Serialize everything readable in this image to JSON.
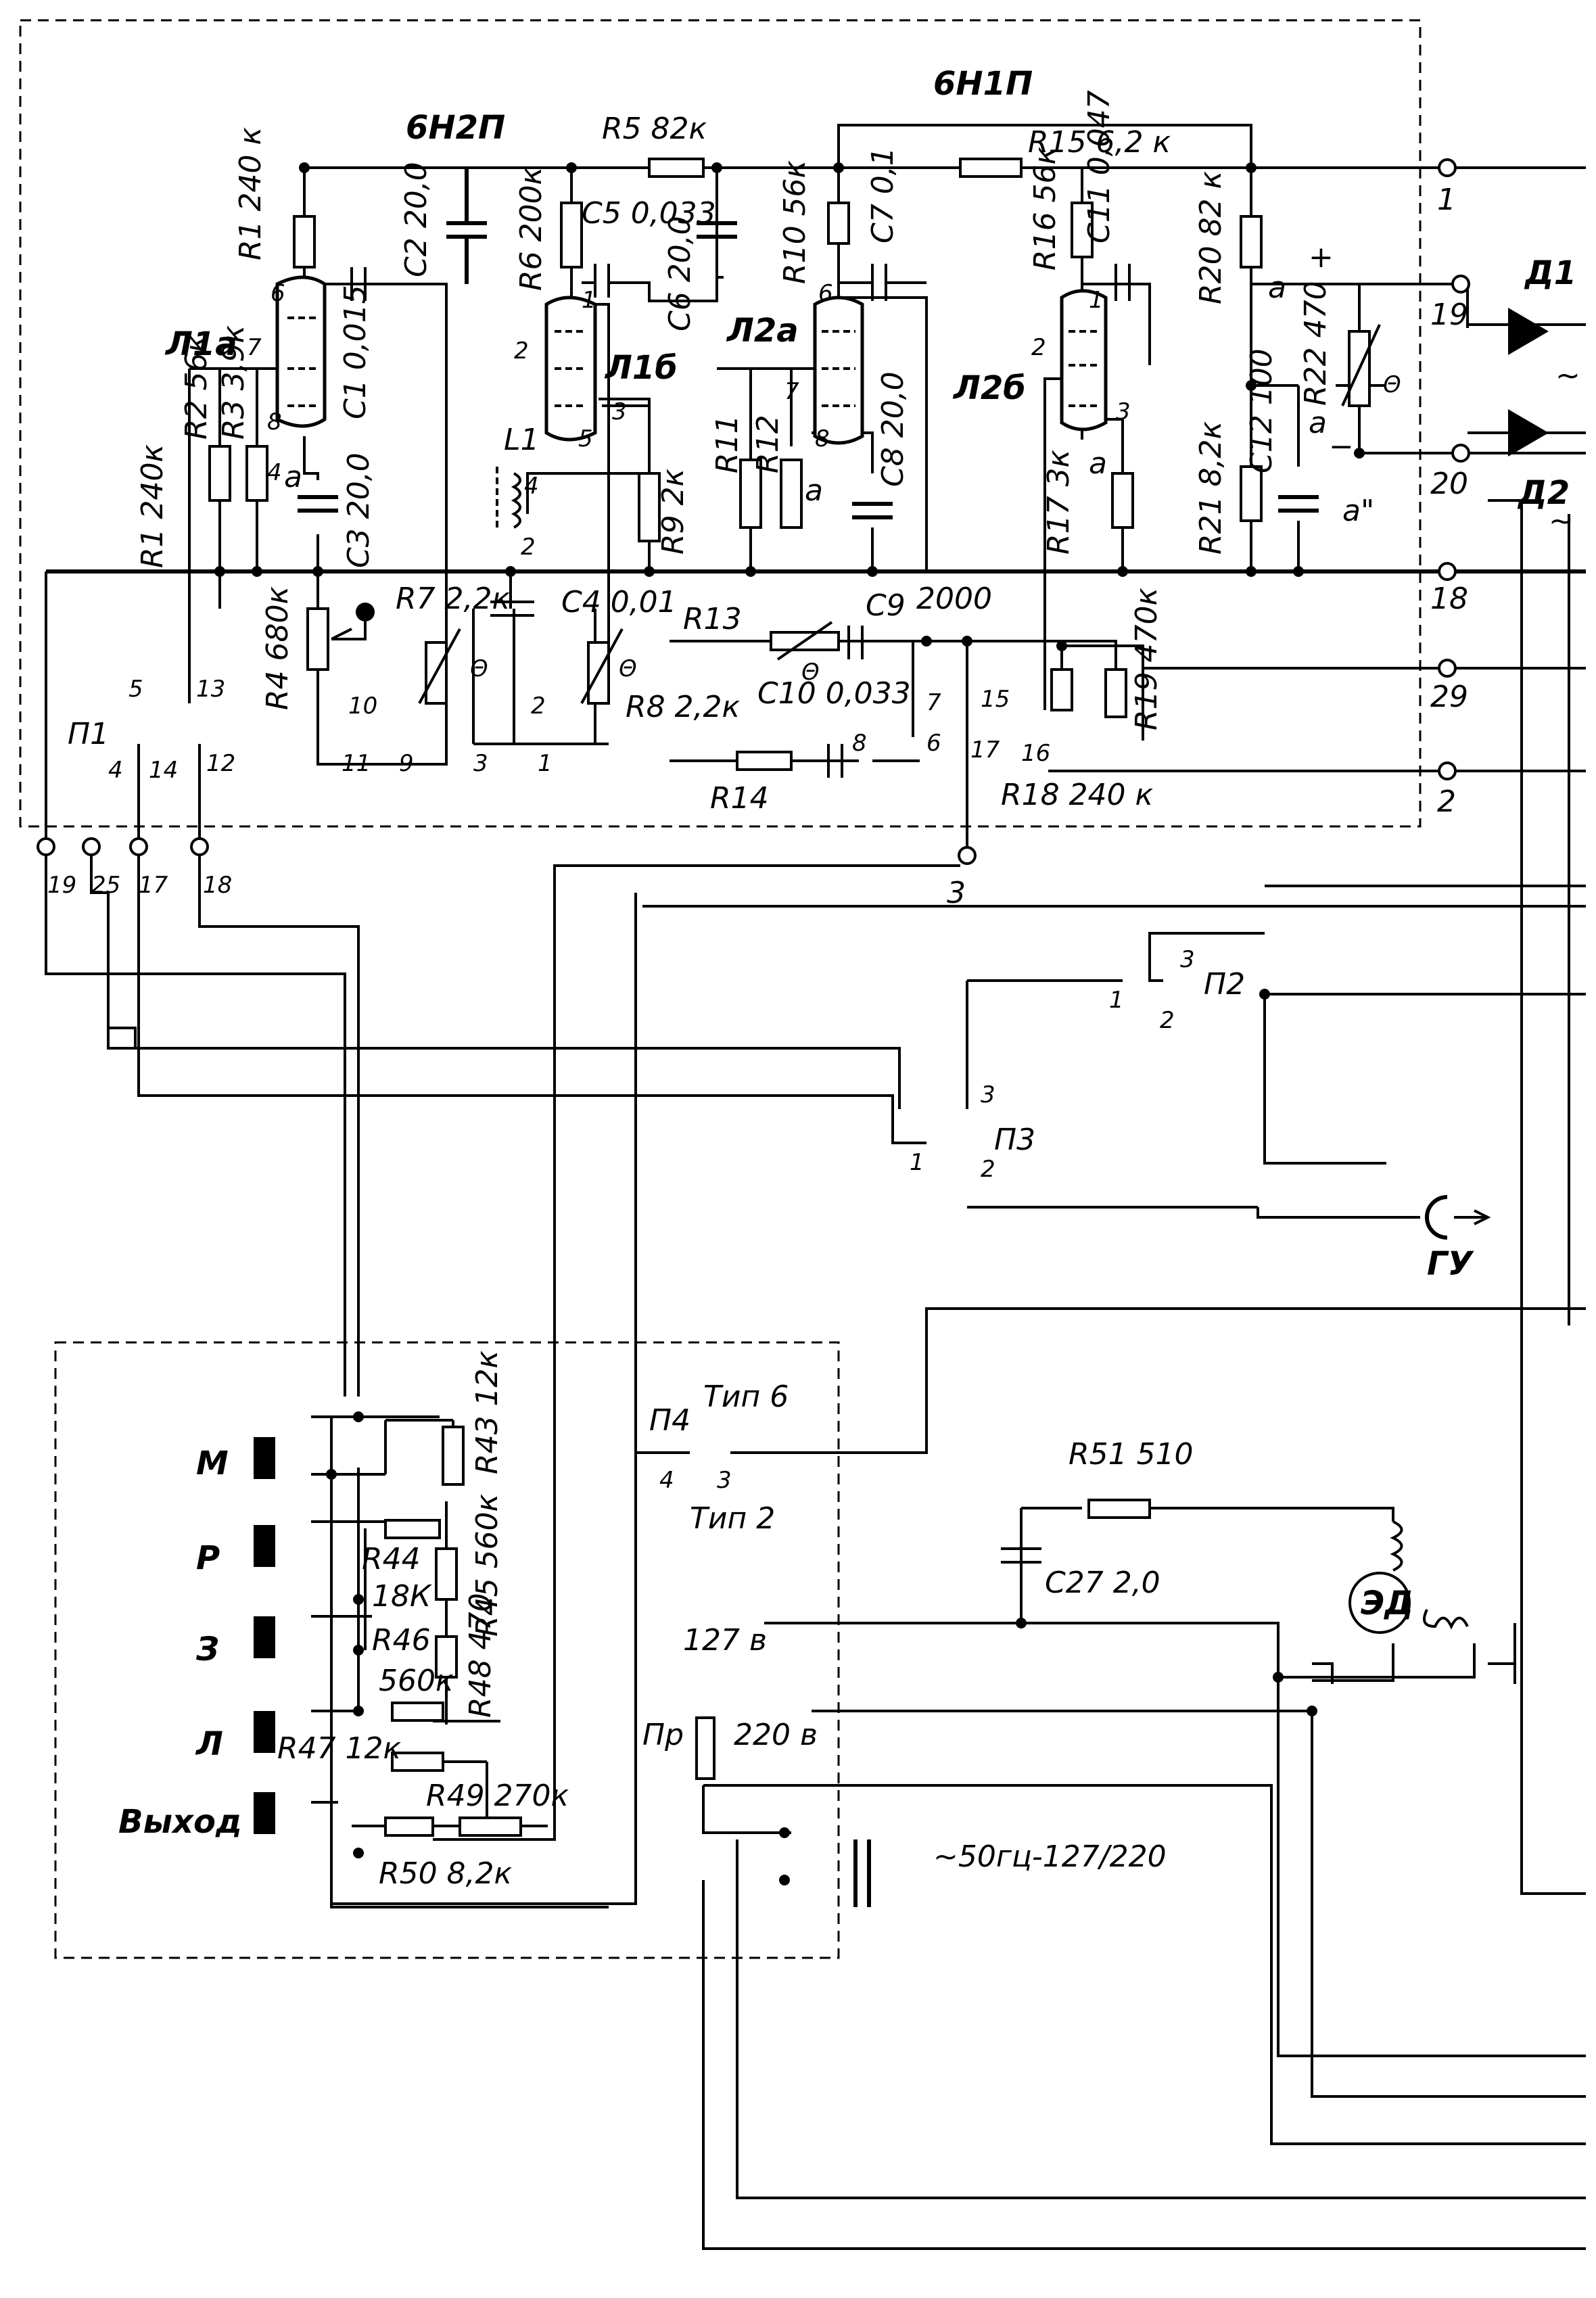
{
  "tubes": {
    "t1": "6Н2П",
    "t2": "6Н1П"
  },
  "tube_sections": {
    "l1a": "Л1а",
    "l1b": "Л1б",
    "l2a": "Л2а",
    "l2b": "Л2б"
  },
  "components": {
    "R1a": "R1 240 к",
    "R1b": "R1 240к",
    "R2": "R2 56к",
    "R3": "R3 3,9к",
    "R4": "R4 680к",
    "R5": "R5 82к",
    "R6": "R6 200к",
    "R7": "R7 2,2к",
    "R8": "R8 2,2к",
    "R9": "R9 2к",
    "R10": "R10 56к",
    "R11": "R11",
    "R12": "R12",
    "R13": "R13",
    "R14": "R14",
    "R15": "R15 6,2 к",
    "R16": "R16 56к",
    "R17": "R17 3к",
    "R18": "R18 240 к",
    "R19": "R19 470к",
    "R20": "R20 82 к",
    "R21": "R21 8,2к",
    "R22": "R22 470",
    "C1": "C1 0,015",
    "C2": "C2 20,0",
    "C3": "C3 20,0",
    "C4": "C4 0,01",
    "C5": "C5 0,033",
    "C6": "C6 20,0",
    "C7": "C7 0,1",
    "C8": "C8 20,0",
    "C9": "C9",
    "C9v": "2000",
    "C10": "C10 0,033",
    "C11": "C11 0,047",
    "C12": "C12 100",
    "L1": "L1",
    "D1": "Д1",
    "D2": "Д2",
    "R43": "R43 12к",
    "R44": "R44",
    "R44v": "18К",
    "R45": "R45 560к",
    "R46": "R46",
    "R46v": "560к",
    "R47": "R47 12к",
    "R48": "R48 470",
    "R49": "R49 270к",
    "R50": "R50 8,2к",
    "R51": "R51 510",
    "C27": "C27 2,0"
  },
  "switches": {
    "P1": "П1",
    "P2": "П2",
    "P3": "П3",
    "P4": "П4",
    "tip6": "Тип 6",
    "tip2": "Тип 2"
  },
  "connectors": {
    "M": "М",
    "R": "Р",
    "Z": "З",
    "L": "Л",
    "out": "Выход"
  },
  "power": {
    "v127": "127 в",
    "v220": "220 в",
    "fuse": "Пр",
    "mains": "~50гц-127/220",
    "motor": "ЭД",
    "head": "ГУ"
  },
  "terminals": [
    "1",
    "19",
    "20",
    "18",
    "29",
    "2",
    "19",
    "25",
    "17",
    "18",
    "3"
  ],
  "markers": {
    "a": "a",
    "a2": "a\"",
    "plus": "+",
    "minus": "−",
    "ac": "~",
    "theta": "Θ"
  },
  "pin_numbers": [
    "1",
    "2",
    "3",
    "4",
    "5",
    "6",
    "7",
    "8",
    "9",
    "10",
    "11",
    "12",
    "13",
    "14",
    "15",
    "16",
    "17"
  ]
}
